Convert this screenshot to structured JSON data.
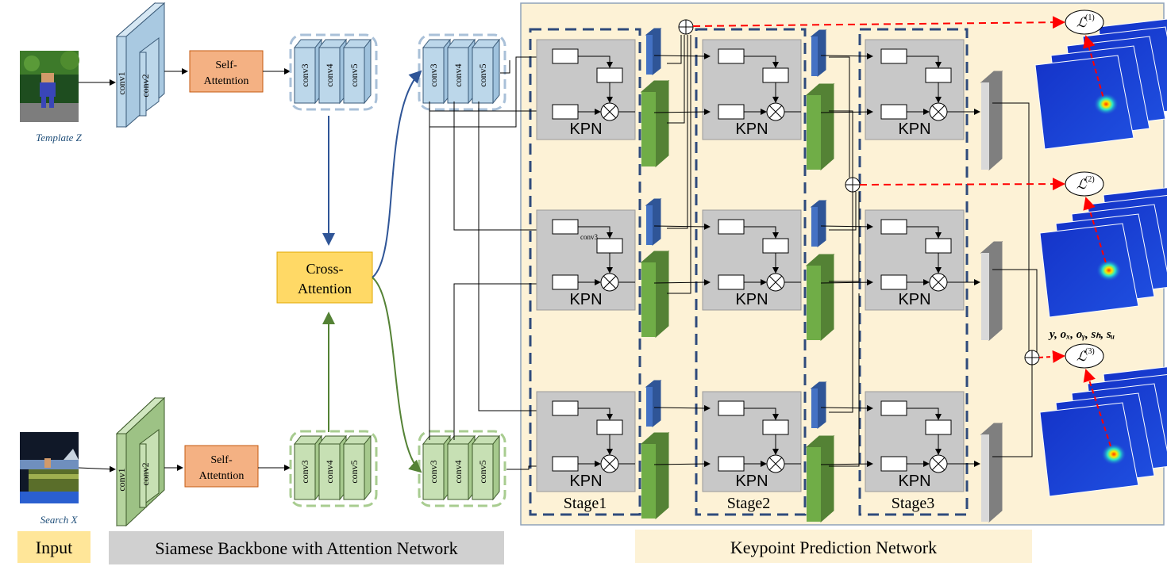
{
  "inputs": {
    "template_caption": "Template Z",
    "search_caption": "Search X"
  },
  "backbone": {
    "conv1": "conv1",
    "conv2": "conv2",
    "conv3": "conv3",
    "conv4": "conv4",
    "conv5": "conv5",
    "self_attention": [
      "Self-",
      "Attetntion"
    ],
    "cross_attention": [
      "Cross-",
      "Attention"
    ]
  },
  "kpn": {
    "block_label": "KPN",
    "small_conv_label": "conv3",
    "stages": [
      "Stage1",
      "Stage2",
      "Stage3"
    ]
  },
  "losses": {
    "symbol": "ℒ",
    "superscripts": [
      "(1)",
      "(2)",
      "(3)"
    ],
    "outputs_label": "y, oₓ, oᵧ, sₕ, sᵤ"
  },
  "legend": {
    "input": "Input",
    "backbone": "Siamese Backbone with Attention Network",
    "kpn": "Keypoint Prediction Network"
  },
  "colors": {
    "blue_layer": "#bcd7ea",
    "green_layer": "#c7e0b4",
    "attention": "#f4b183",
    "cross_attention": "#ffd966",
    "kpn_panel": "#fdf2d6",
    "kpn_block": "#c8c8c8",
    "blue_feature": "#4472c4",
    "green_feature": "#70ad47",
    "dashed_blue": "#2f4b7c",
    "loss_red": "#ff0000"
  }
}
